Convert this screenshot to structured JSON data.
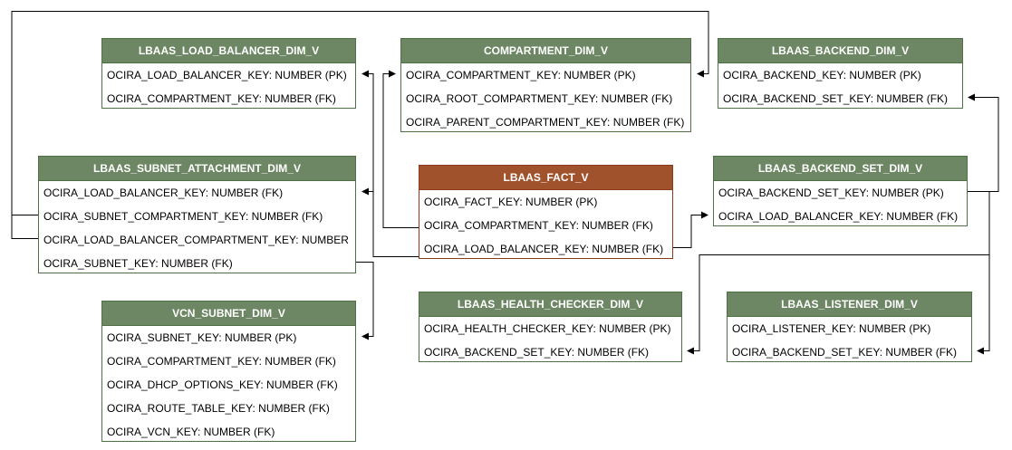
{
  "colors": {
    "dim_header": "#6d8764",
    "fact_header": "#a0522d",
    "line": "#000000"
  },
  "entities": [
    {
      "id": "lbaas_load_balancer_dim_v",
      "name": "LBAAS_LOAD_BALANCER_DIM_V",
      "kind": "dim",
      "fields": [
        "OCIRA_LOAD_BALANCER_KEY: NUMBER (PK)",
        "OCIRA_COMPARTMENT_KEY: NUMBER (FK)"
      ]
    },
    {
      "id": "compartment_dim_v",
      "name": "COMPARTMENT_DIM_V",
      "kind": "dim",
      "fields": [
        "OCIRA_COMPARTMENT_KEY: NUMBER (PK)",
        "OCIRA_ROOT_COMPARTMENT_KEY: NUMBER (FK)",
        "OCIRA_PARENT_COMPARTMENT_KEY: NUMBER (FK)"
      ]
    },
    {
      "id": "lbaas_backend_dim_v",
      "name": "LBAAS_BACKEND_DIM_V",
      "kind": "dim",
      "fields": [
        "OCIRA_BACKEND_KEY: NUMBER (PK)",
        "OCIRA_BACKEND_SET_KEY: NUMBER (FK)"
      ]
    },
    {
      "id": "lbaas_subnet_attachment_dim_v",
      "name": "LBAAS_SUBNET_ATTACHMENT_DIM_V",
      "kind": "dim",
      "fields": [
        "OCIRA_LOAD_BALANCER_KEY: NUMBER (FK)",
        "OCIRA_SUBNET_COMPARTMENT_KEY: NUMBER (FK)",
        "OCIRA_LOAD_BALANCER_COMPARTMENT_KEY: NUMBER",
        "OCIRA_SUBNET_KEY: NUMBER (FK)"
      ]
    },
    {
      "id": "lbaas_fact_v",
      "name": "LBAAS_FACT_V",
      "kind": "fact",
      "fields": [
        "OCIRA_FACT_KEY: NUMBER (PK)",
        "OCIRA_COMPARTMENT_KEY: NUMBER (FK)",
        "OCIRA_LOAD_BALANCER_KEY: NUMBER (FK)"
      ]
    },
    {
      "id": "lbaas_backend_set_dim_v",
      "name": "LBAAS_BACKEND_SET_DIM_V",
      "kind": "dim",
      "fields": [
        "OCIRA_BACKEND_SET_KEY: NUMBER (PK)",
        "OCIRA_LOAD_BALANCER_KEY: NUMBER (FK)"
      ]
    },
    {
      "id": "vcn_subnet_dim_v",
      "name": "VCN_SUBNET_DIM_V",
      "kind": "dim",
      "fields": [
        "OCIRA_SUBNET_KEY: NUMBER (PK)",
        "OCIRA_COMPARTMENT_KEY: NUMBER (FK)",
        "OCIRA_DHCP_OPTIONS_KEY: NUMBER (FK)",
        "OCIRA_ROUTE_TABLE_KEY: NUMBER (FK)",
        "OCIRA_VCN_KEY: NUMBER (FK)"
      ]
    },
    {
      "id": "lbaas_health_checker_dim_v",
      "name": "LBAAS_HEALTH_CHECKER_DIM_V",
      "kind": "dim",
      "fields": [
        "OCIRA_HEALTH_CHECKER_KEY: NUMBER (PK)",
        "OCIRA_BACKEND_SET_KEY: NUMBER (FK)"
      ]
    },
    {
      "id": "lbaas_listener_dim_v",
      "name": "LBAAS_LISTENER_DIM_V",
      "kind": "dim",
      "fields": [
        "OCIRA_LISTENER_KEY: NUMBER (PK)",
        "OCIRA_BACKEND_SET_KEY: NUMBER (FK)"
      ]
    }
  ]
}
